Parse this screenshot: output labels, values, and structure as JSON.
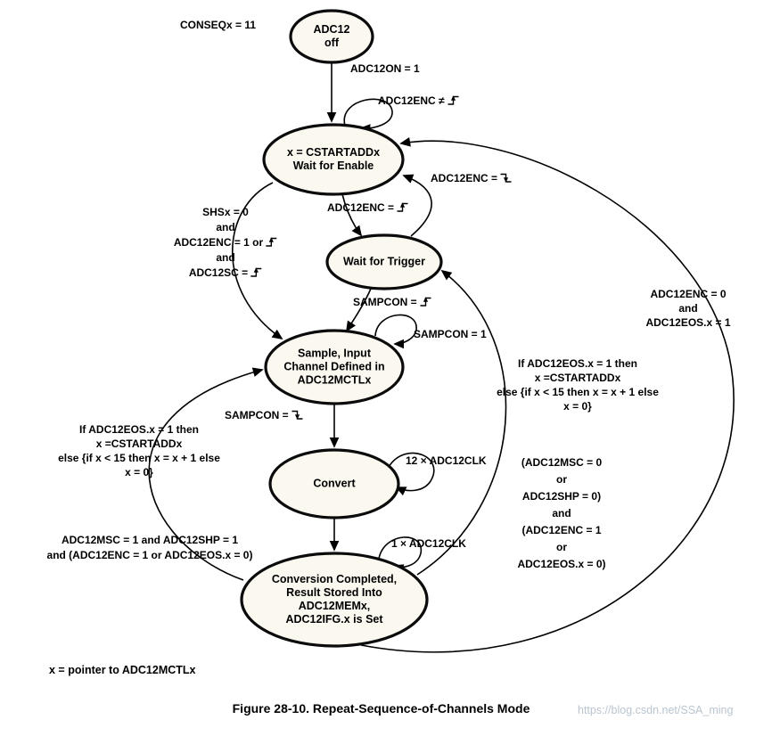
{
  "figure": {
    "caption": "Figure 28-10. Repeat-Sequence-of-Channels Mode",
    "footnote": "x = pointer to ADC12MCTLx",
    "watermark": "https://blog.csdn.net/SSA_ming"
  },
  "colors": {
    "state_fill": "#fbf8f0",
    "state_stroke": "#0b0b0b",
    "edge_stroke": "#000000",
    "watermark_text": "#b9c5d1"
  },
  "states": {
    "off": {
      "lines": [
        "ADC12",
        "off"
      ]
    },
    "wait_enable": {
      "lines": [
        "x = CSTARTADDx",
        "Wait for Enable"
      ]
    },
    "wait_trigger": {
      "lines": [
        "Wait for Trigger"
      ]
    },
    "sample": {
      "lines": [
        "Sample, Input",
        "Channel Defined in",
        "ADC12MCTLx"
      ]
    },
    "convert": {
      "lines": [
        "Convert"
      ]
    },
    "done": {
      "lines": [
        "Conversion Completed,",
        "Result Stored Into",
        "ADC12MEMx,",
        "ADC12IFG.x is Set"
      ]
    }
  },
  "labels": {
    "conseq": "CONSEQx = 11",
    "adc12on": "ADC12ON = 1",
    "enc_not_rising": "ADC12ENC ≠",
    "enc_falling": "ADC12ENC =",
    "enc_rising": "ADC12ENC =",
    "shs": [
      "SHSx = 0",
      "and",
      "ADC12ENC = 1 or",
      "and",
      "ADC12SC ="
    ],
    "sampcon_rising": "SAMPCON =",
    "sampcon_high": "SAMPCON = 1",
    "sampcon_falling": "SAMPCON =",
    "clk12": "12 × ADC12CLK",
    "clk1": "1 × ADC12CLK",
    "seq_left": [
      "If ADC12EOS.x = 1 then",
      "x =CSTARTADDx",
      "else {if x < 15 then x = x + 1 else",
      "x = 0}"
    ],
    "msc": [
      "ADC12MSC = 1 and ADC12SHP = 1",
      "and (ADC12ENC = 1 or ADC12EOS.x = 0)"
    ],
    "seq_right": [
      "If ADC12EOS.x = 1 then",
      "x =CSTARTADDx",
      "else {if x < 15 then x = x + 1 else",
      "x = 0}"
    ],
    "repeat_right": [
      "(ADC12MSC = 0",
      "or",
      "ADC12SHP = 0)",
      "and",
      "(ADC12ENC = 1",
      "or",
      "ADC12EOS.x = 0)"
    ],
    "enc0": [
      "ADC12ENC = 0",
      "and",
      "ADC12EOS.x = 1"
    ]
  }
}
